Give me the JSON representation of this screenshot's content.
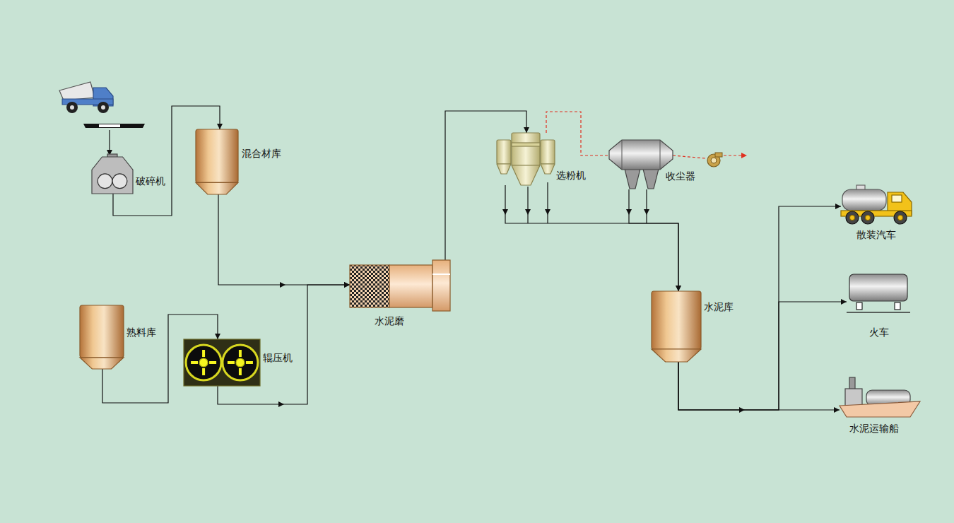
{
  "diagram": {
    "nodes": [
      {
        "text": [
          "破碎机"
        ]
      },
      {
        "text": [
          "混合材库"
        ]
      },
      {
        "text": [
          "熟料库"
        ]
      },
      {
        "text": [
          "辊压机"
        ]
      },
      {
        "text": [
          "水泥磨"
        ]
      },
      {
        "text": [
          "选粉机"
        ]
      },
      {
        "text": [
          "收尘器"
        ]
      },
      {
        "text": [
          "水泥库"
        ]
      },
      {
        "text": [
          "散装汽车"
        ]
      },
      {
        "text": [
          "火车"
        ]
      },
      {
        "text": [
          "水泥运输船"
        ]
      }
    ],
    "edges": [
      {
        "from": 0,
        "to": 1,
        "arrow": "to"
      },
      {
        "from": 1,
        "to": 4,
        "arrow": "to"
      },
      {
        "from": 2,
        "to": 3,
        "arrow": "to"
      },
      {
        "from": 3,
        "to": 4,
        "arrow": "to"
      },
      {
        "from": 4,
        "to": 5,
        "arrow": "to"
      },
      {
        "from": 5,
        "to": 6,
        "arrow": "none"
      },
      {
        "from": 5,
        "to": 7,
        "arrow": "to"
      },
      {
        "from": 6,
        "to": 7,
        "arrow": "to"
      },
      {
        "from": 7,
        "to": 8,
        "arrow": "to"
      },
      {
        "from": 7,
        "to": 9,
        "arrow": "to"
      },
      {
        "from": 7,
        "to": 10,
        "arrow": "to"
      }
    ]
  }
}
